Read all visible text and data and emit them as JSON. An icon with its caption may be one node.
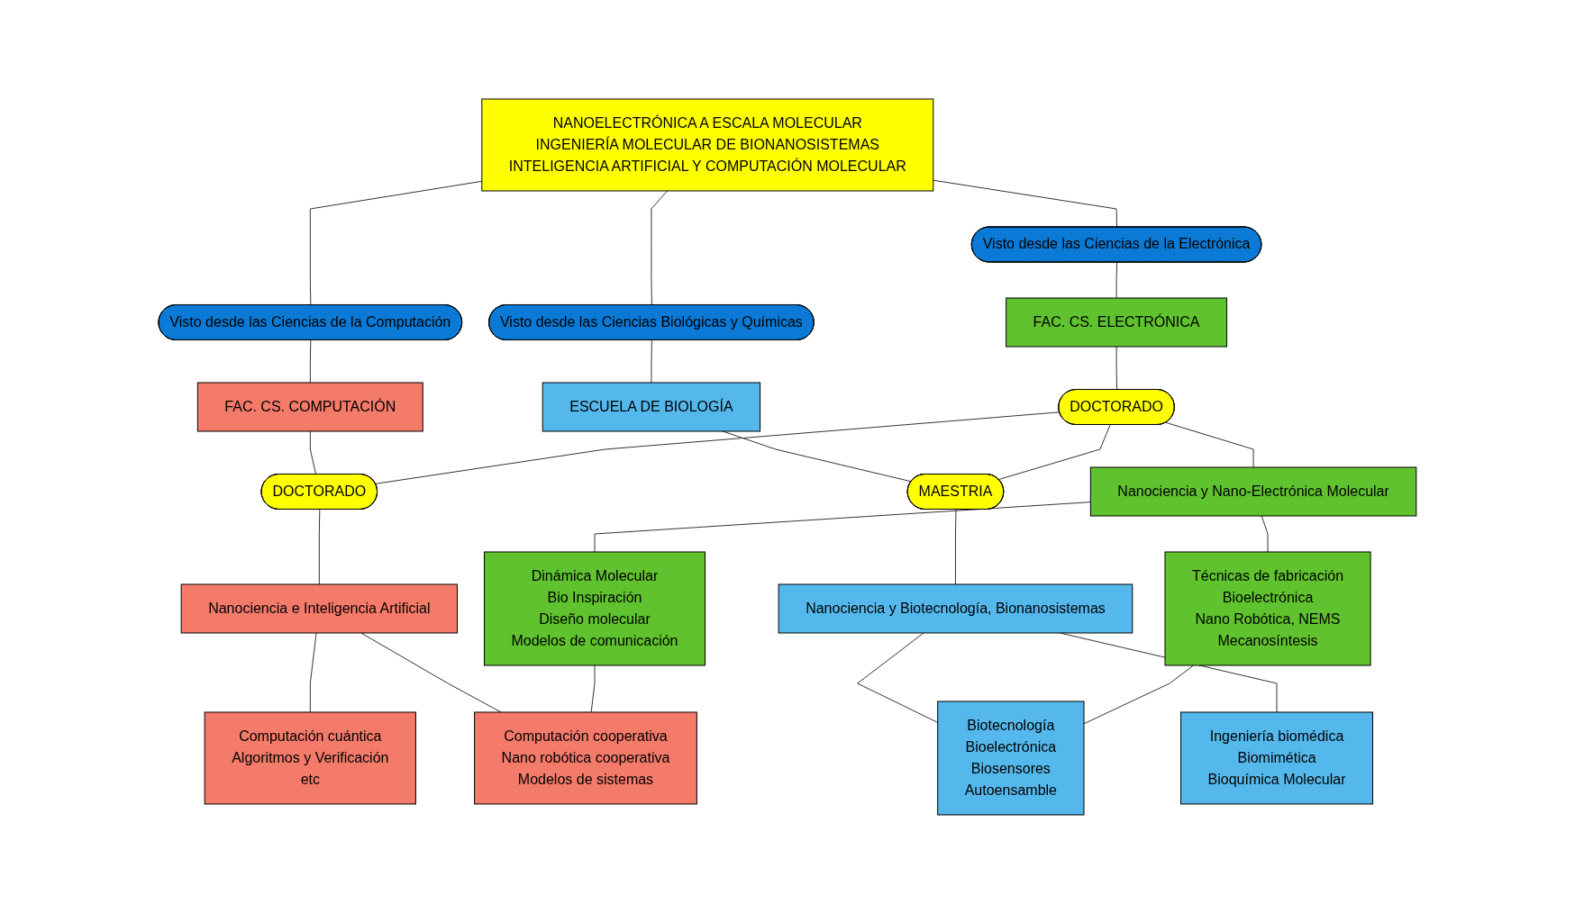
{
  "diagram": {
    "nodes": [
      {
        "text": [
          "Visto desde las Ciencias de la Computación"
        ]
      },
      {
        "text": [
          "NANOELECTRÓNICA A ESCALA MOLECULAR",
          "INGENIERÍA MOLECULAR DE BIONANOSISTEMAS",
          "INTELIGENCIA ARTIFICIAL Y COMPUTACIÓN MOLECULAR"
        ]
      },
      {
        "text": [
          "Visto desde las Ciencias Biológicas y Químicas"
        ]
      },
      {
        "text": [
          "Visto desde las Ciencias de la Electrónica"
        ]
      },
      {
        "text": [
          "FAC. CS. COMPUTACIÓN"
        ]
      },
      {
        "text": [
          "FAC. CS. ELECTRÓNICA"
        ]
      },
      {
        "text": [
          "ESCUELA DE BIOLOGÍA"
        ]
      },
      {
        "text": [
          "DOCTORADO"
        ]
      },
      {
        "text": [
          "DOCTORADO"
        ]
      },
      {
        "text": [
          "MAESTRIA"
        ]
      },
      {
        "text": [
          "Nanociencia e Inteligencia Artificial"
        ]
      },
      {
        "text": [
          "Nanociencia y Nano-Electrónica Molecular"
        ]
      },
      {
        "text": [
          "Nanociencia y Biotecnología, Bionanosistemas"
        ]
      },
      {
        "text": [
          "Computación cuántica",
          "Algoritmos y Verificación",
          "etc"
        ]
      },
      {
        "text": [
          "Computación cooperativa",
          "Nano robótica cooperativa",
          "Modelos de sistemas"
        ]
      },
      {
        "text": [
          "Dinámica Molecular",
          "Bio Inspiración",
          "Diseño molecular",
          "Modelos de comunicación"
        ]
      },
      {
        "text": [
          "Técnicas de fabricación",
          "Bioelectrónica",
          "Nano Robótica, NEMS",
          "Mecanosíntesis"
        ]
      },
      {
        "text": [
          "Biotecnología",
          "Bioelectrónica",
          "Biosensores",
          "Autoensamble"
        ]
      },
      {
        "text": [
          "Ingeniería biomédica",
          "Biomimética",
          "Bioquímica Molecular"
        ]
      }
    ],
    "edges": [
      {
        "from": 0,
        "to": 1,
        "arrow": "none"
      },
      {
        "from": 1,
        "to": 2,
        "arrow": "none"
      },
      {
        "from": 1,
        "to": 3,
        "arrow": "none"
      },
      {
        "from": 0,
        "to": 4,
        "arrow": "none"
      },
      {
        "from": 3,
        "to": 5,
        "arrow": "none"
      },
      {
        "from": 2,
        "to": 6,
        "arrow": "none"
      },
      {
        "from": 4,
        "to": 7,
        "arrow": "none"
      },
      {
        "from": 5,
        "to": 8,
        "arrow": "none"
      },
      {
        "from": 6,
        "to": 9,
        "arrow": "none"
      },
      {
        "from": 7,
        "to": 8,
        "arrow": "none"
      },
      {
        "from": 8,
        "to": 9,
        "arrow": "none"
      },
      {
        "from": 7,
        "to": 10,
        "arrow": "none"
      },
      {
        "from": 8,
        "to": 11,
        "arrow": "none"
      },
      {
        "from": 9,
        "to": 12,
        "arrow": "none"
      },
      {
        "from": 10,
        "to": 13,
        "arrow": "none"
      },
      {
        "from": 10,
        "to": 14,
        "arrow": "none"
      },
      {
        "from": 11,
        "to": 15,
        "arrow": "none"
      },
      {
        "from": 11,
        "to": 16,
        "arrow": "none"
      },
      {
        "from": 12,
        "to": 17,
        "arrow": "none"
      },
      {
        "from": 12,
        "to": 18,
        "arrow": "none"
      },
      {
        "from": 14,
        "to": 15,
        "arrow": "none"
      },
      {
        "from": 16,
        "to": 17,
        "arrow": "none"
      }
    ]
  }
}
